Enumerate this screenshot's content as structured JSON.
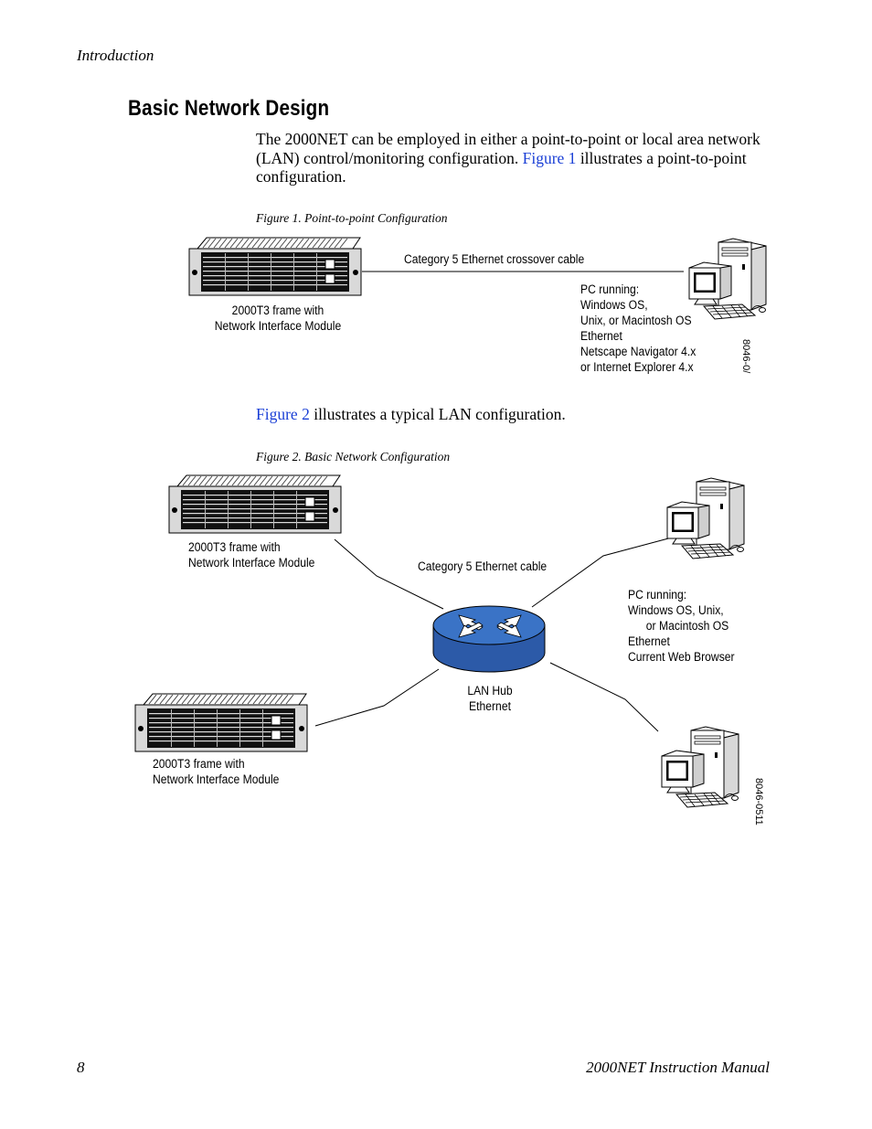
{
  "header": {
    "section": "Introduction"
  },
  "title": "Basic Network Design",
  "intro": {
    "before_link": "The 2000NET can be employed in either a point-to-point or local area network (LAN) control/monitoring configuration. ",
    "link": "Figure 1",
    "after_link": " illustrates a point-to-point configuration."
  },
  "figure1": {
    "caption": "Figure 1.  Point-to-point Configuration",
    "cable_label": "Category 5 Ethernet crossover cable",
    "frame_label_1": "2000T3  frame with",
    "frame_label_2": "Network Interface Module",
    "pc_lines": [
      "PC running:",
      "Windows OS,",
      "Unix, or Macintosh OS",
      "Ethernet",
      "Netscape Navigator 4.x",
      "or Internet Explorer 4.x"
    ],
    "id": "8046-0/"
  },
  "para2": {
    "link": "Figure 2",
    "after_link": " illustrates a typical LAN configuration."
  },
  "figure2": {
    "caption": "Figure 2.  Basic Network Configuration",
    "frame_top_1": "2000T3 frame with",
    "frame_top_2": "Network Interface Module",
    "cable_label": "Category 5 Ethernet cable",
    "pc_lines": [
      "PC running:",
      "Windows OS, Unix,",
      "or Macintosh OS",
      "Ethernet",
      "Current Web Browser"
    ],
    "hub_1": "LAN Hub",
    "hub_2": "Ethernet",
    "frame_bottom_1": "2000T3 frame with",
    "frame_bottom_2": "Network Interface Module",
    "id": "8046-0511"
  },
  "footer": {
    "page": "8",
    "manual": "2000NET Instruction Manual"
  },
  "colors": {
    "link": "#1a3fd6",
    "hub_fill": "#3a73c6",
    "hub_side": "#2c5aa8"
  }
}
